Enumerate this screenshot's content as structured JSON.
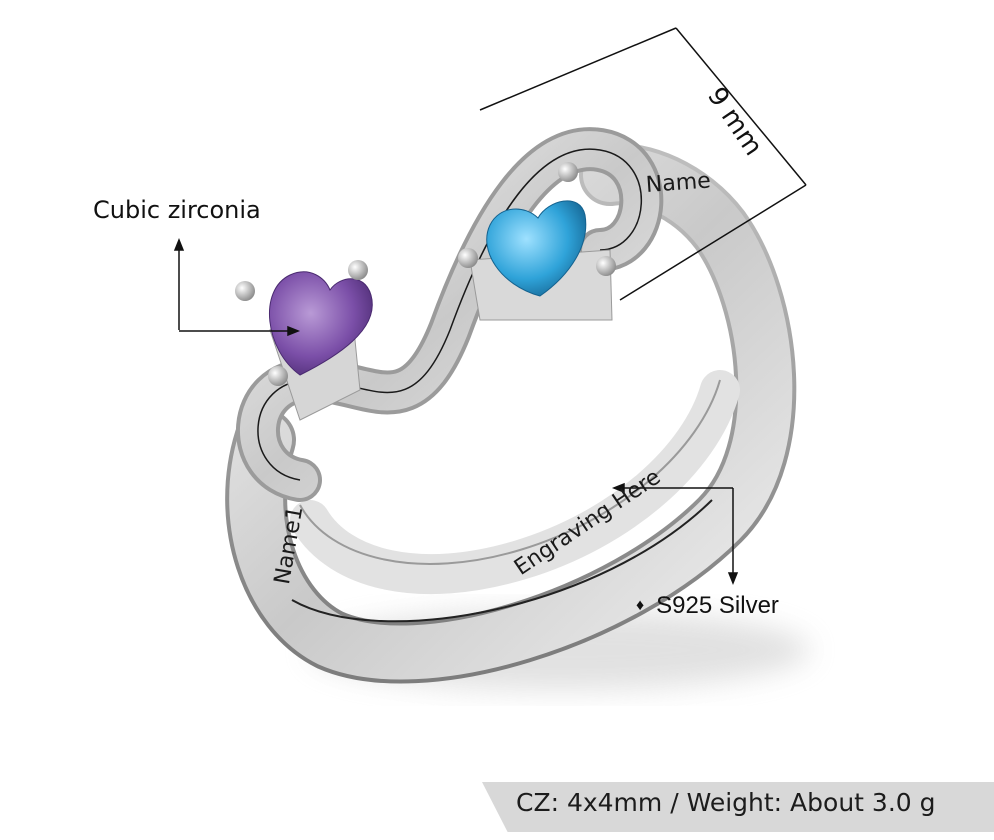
{
  "annotations": {
    "stone_label": "Cubic zirconia",
    "material_label": "S925  Silver",
    "material_bullet": "♦",
    "dimension_label": "9 mm"
  },
  "engravings": {
    "main": "Engraving Here",
    "name1": "Name1",
    "name2": "Name"
  },
  "spec_band": {
    "text": "CZ: 4x4mm / Weight: About 3.0 g",
    "background": "#d8d8d8"
  },
  "stones": [
    {
      "name": "left-heart-stone",
      "color": "#7b4fa8"
    },
    {
      "name": "right-heart-stone",
      "color": "#2fa3d9"
    }
  ]
}
